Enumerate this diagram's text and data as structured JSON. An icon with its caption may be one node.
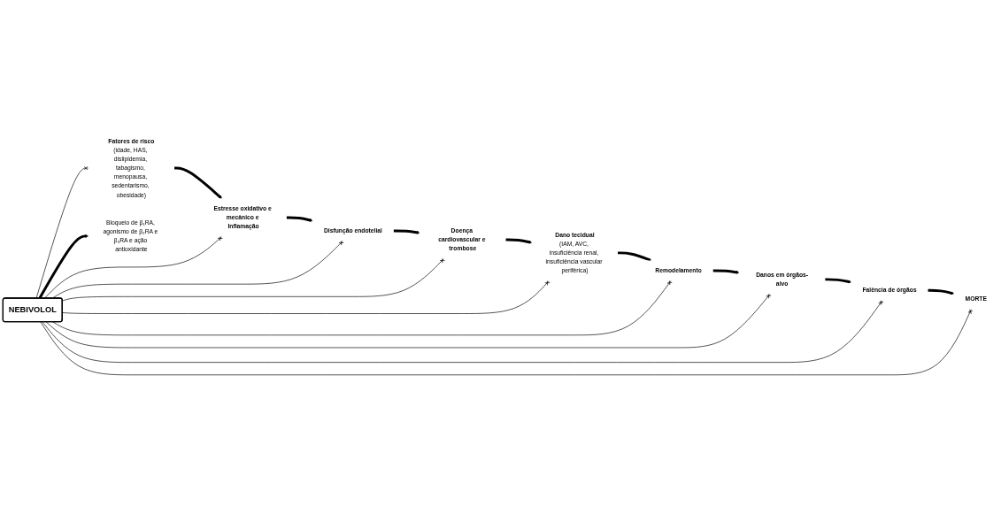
{
  "diagram": {
    "nodes": [
      {
        "text": [
          "NEBIVOLOL"
        ]
      },
      {
        "text": [
          "Fatores de risco",
          "(idade, HAS, dislipidemia, tabagismo, menopausa, sedentarismo, obesidade)"
        ]
      },
      {
        "text": [
          "Estresse oxidativo e mecânico e Inflamação"
        ]
      },
      {
        "text": [
          "Disfunção endotelial"
        ]
      },
      {
        "text": [
          "Doença cardiovascular e trombose"
        ]
      },
      {
        "text": [
          "Dano tecidual",
          "(IAM, AVC, insuficiência renal, insuficiência vascular periférica)"
        ]
      },
      {
        "text": [
          "Remodelamento"
        ]
      },
      {
        "text": [
          "Danos em órgãos-alvo"
        ]
      },
      {
        "text": [
          "Falência de órgãos"
        ]
      },
      {
        "text": [
          "MORTE"
        ]
      },
      {
        "text": [
          "Bloqueio de β₁RA, agonismo de β₂RA e β₃RA e ação antioxidante"
        ]
      }
    ],
    "edges": [
      {
        "from": 1,
        "to": 2,
        "arrow": "to",
        "style": "thick"
      },
      {
        "from": 2,
        "to": 3,
        "arrow": "to",
        "style": "thick"
      },
      {
        "from": 3,
        "to": 4,
        "arrow": "to",
        "style": "thick"
      },
      {
        "from": 4,
        "to": 5,
        "arrow": "to",
        "style": "thick"
      },
      {
        "from": 5,
        "to": 6,
        "arrow": "to",
        "style": "thick"
      },
      {
        "from": 6,
        "to": 7,
        "arrow": "to",
        "style": "thick"
      },
      {
        "from": 7,
        "to": 8,
        "arrow": "to",
        "style": "thick"
      },
      {
        "from": 8,
        "to": 9,
        "arrow": "to",
        "style": "thick"
      },
      {
        "from": 0,
        "to": 10,
        "arrow": "to",
        "style": "thick"
      },
      {
        "from": 0,
        "to": 1,
        "arrow": "other"
      },
      {
        "from": 0,
        "to": 2,
        "arrow": "other"
      },
      {
        "from": 0,
        "to": 3,
        "arrow": "other"
      },
      {
        "from": 0,
        "to": 4,
        "arrow": "other"
      },
      {
        "from": 0,
        "to": 5,
        "arrow": "other"
      },
      {
        "from": 0,
        "to": 6,
        "arrow": "other"
      },
      {
        "from": 0,
        "to": 7,
        "arrow": "other"
      },
      {
        "from": 0,
        "to": 8,
        "arrow": "other"
      },
      {
        "from": 0,
        "to": 9,
        "arrow": "other"
      }
    ]
  }
}
